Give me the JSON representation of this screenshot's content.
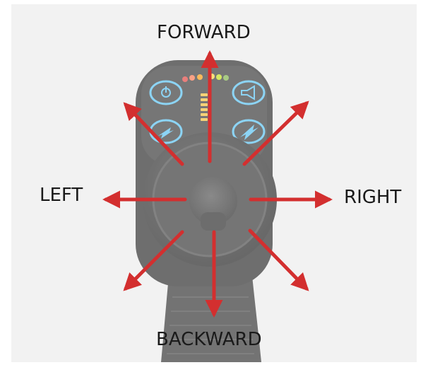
{
  "directions": {
    "forward": "FORWARD",
    "left": "LEFT",
    "right": "RIGHT",
    "backward": "BACKWARD"
  },
  "controller": {
    "buttons": [
      "power-icon",
      "horn-icon",
      "speed-down-icon",
      "speed-up-icon"
    ],
    "indicator_colors": [
      "#e53935",
      "#ff9800",
      "#fdd835",
      "#c6e20b",
      "#7cb342"
    ],
    "battery_bar_color": "#fbc02d"
  },
  "colors": {
    "arrow": "#d32f2f",
    "background": "#f2f2f2",
    "button_ring": "#4fc3f7"
  }
}
